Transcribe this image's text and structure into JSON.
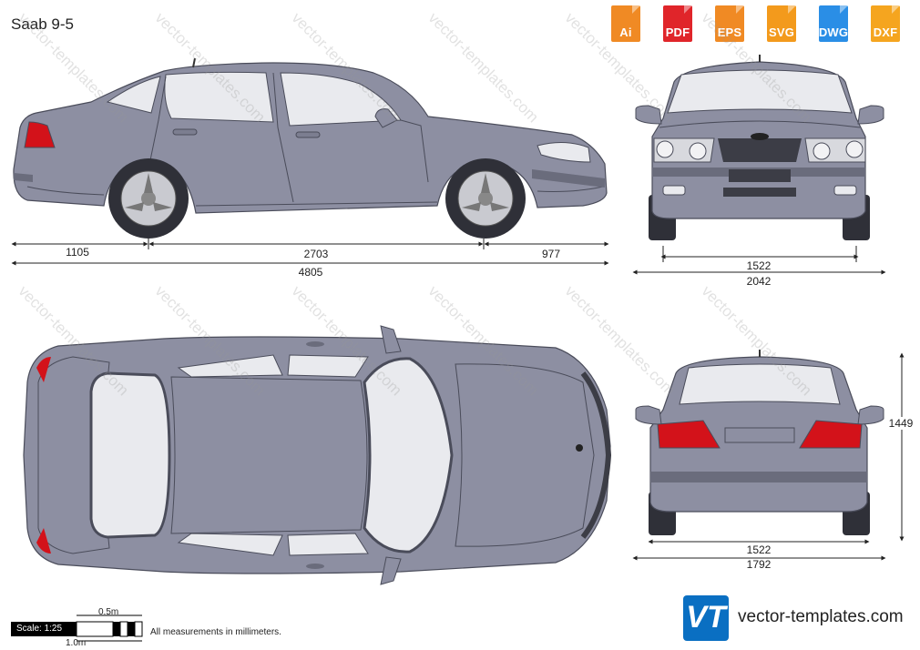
{
  "title": "Saab 9-5",
  "formats": [
    {
      "label": "Ai",
      "color": "#f08a24"
    },
    {
      "label": "PDF",
      "color": "#e0252a"
    },
    {
      "label": "EPS",
      "color": "#f08a24"
    },
    {
      "label": "SVG",
      "color": "#f39a1c"
    },
    {
      "label": "DWG",
      "color": "#2a8ee6"
    },
    {
      "label": "DXF",
      "color": "#f5a51f"
    }
  ],
  "side_view": {
    "front_overhang": "1105",
    "wheelbase": "2703",
    "rear_overhang": "977",
    "length": "4805"
  },
  "front_view": {
    "track": "1522",
    "width": "2042"
  },
  "rear_view": {
    "track": "1522",
    "width": "1792",
    "height": "1449"
  },
  "scale": {
    "label": "Scale: 1:25",
    "half_meter": "0.5m",
    "one_meter": "1.0m"
  },
  "note": "All measurements in millimeters.",
  "brand": {
    "logo": "VT",
    "name": "vector-templates.com",
    "logo_color": "#0a6fc2"
  },
  "watermark": "vector-templates.com",
  "car_color": "#8d8fa2",
  "glass_color": "#e9eaee",
  "taillight_color": "#d3121a"
}
